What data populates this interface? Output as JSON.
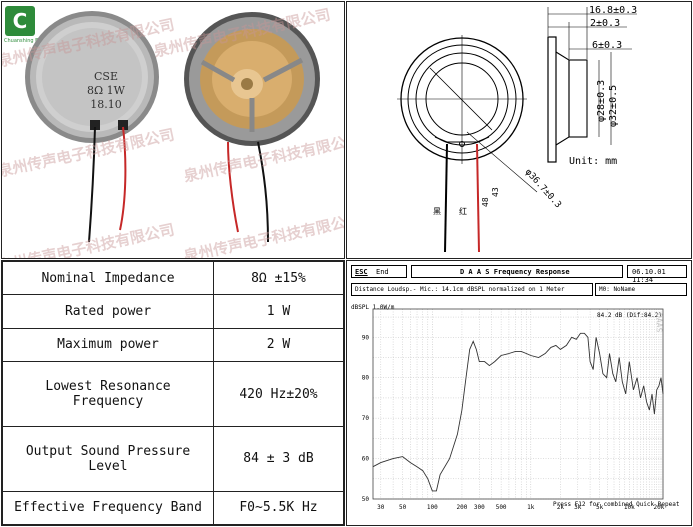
{
  "watermark": "泉州传声电子科技有限公司",
  "logo": {
    "brand_text": "Chuanshing Electron",
    "color": "#2e8b3a",
    "letter": "C"
  },
  "speaker_photo": {
    "front_label_1": "CSE",
    "front_label_2": "8Ω 1W",
    "front_label_3": "18.10"
  },
  "drawing": {
    "dimensions": [
      "16.8±0.3",
      "2±0.3",
      "6±0.3",
      "φ28±0.3",
      "φ32±0.5",
      "φ36.7±0.3",
      "48",
      "43"
    ],
    "wire_labels": [
      "红",
      "黑"
    ],
    "unit_label": "Unit: mm"
  },
  "spec_table": {
    "rows": [
      {
        "label": "Nominal Impedance",
        "value": "8Ω ±15%"
      },
      {
        "label": "Rated power",
        "value": "1 W"
      },
      {
        "label": "Maximum power",
        "value": "2 W"
      },
      {
        "label": "Lowest Resonance\nFrequency",
        "value": "420 Hz±20%"
      },
      {
        "label": "Output Sound Pressure\nLevel",
        "value": "84 ± 3 dB"
      },
      {
        "label": "Effective Frequency Band",
        "value": "F0~5.5K Hz"
      }
    ]
  },
  "graph_header": {
    "esc": "ESC",
    "end": "End",
    "title": "D A A S  Frequency Response",
    "datetime": "06.10.01  11:34",
    "info_left": "Distance Loudsp.- Mic.: 14.1cm  dBSPL normalized on 1 Meter",
    "info_right": "M0:  NoName",
    "footer": "Press F12 for combined Quick Repeat",
    "brand_vertical": "DAAS",
    "cursor_readout": "84.2 dB (Dif:84.2)"
  },
  "chart_data": {
    "type": "line",
    "ylabel": "dBSPL\n1.0W/m",
    "ylim": [
      50,
      97
    ],
    "y_ticks": [
      50,
      60,
      70,
      80,
      90
    ],
    "x_scale": "log",
    "xlim": [
      25,
      22000
    ],
    "x_ticks": [
      {
        "v": 30,
        "label": "30"
      },
      {
        "v": 50,
        "label": "50"
      },
      {
        "v": 100,
        "label": "100"
      },
      {
        "v": 200,
        "label": "200"
      },
      {
        "v": 300,
        "label": "300"
      },
      {
        "v": 500,
        "label": "500"
      },
      {
        "v": 1000,
        "label": "1k"
      },
      {
        "v": 2000,
        "label": "2k"
      },
      {
        "v": 3000,
        "label": "3k"
      },
      {
        "v": 5000,
        "label": "5k"
      },
      {
        "v": 10000,
        "label": "10k"
      },
      {
        "v": 20000,
        "label": "20k"
      }
    ],
    "series": [
      {
        "color": "#333333",
        "points": [
          [
            25,
            58
          ],
          [
            30,
            59
          ],
          [
            40,
            60
          ],
          [
            50,
            60.5
          ],
          [
            60,
            59
          ],
          [
            70,
            58
          ],
          [
            80,
            57
          ],
          [
            90,
            55
          ],
          [
            100,
            52
          ],
          [
            110,
            52
          ],
          [
            120,
            56
          ],
          [
            150,
            60
          ],
          [
            180,
            66
          ],
          [
            200,
            72
          ],
          [
            220,
            80
          ],
          [
            240,
            87
          ],
          [
            260,
            89
          ],
          [
            280,
            87
          ],
          [
            300,
            84
          ],
          [
            340,
            84
          ],
          [
            380,
            83
          ],
          [
            430,
            84
          ],
          [
            500,
            85.5
          ],
          [
            600,
            86
          ],
          [
            700,
            86.5
          ],
          [
            800,
            86.5
          ],
          [
            900,
            86
          ],
          [
            1000,
            85.5
          ],
          [
            1200,
            85
          ],
          [
            1400,
            86
          ],
          [
            1600,
            87.5
          ],
          [
            1800,
            88
          ],
          [
            2000,
            87
          ],
          [
            2300,
            88
          ],
          [
            2600,
            90
          ],
          [
            2900,
            89.5
          ],
          [
            3200,
            91
          ],
          [
            3500,
            91
          ],
          [
            3800,
            90
          ],
          [
            4000,
            84
          ],
          [
            4300,
            82
          ],
          [
            4600,
            90
          ],
          [
            5000,
            86
          ],
          [
            5400,
            81
          ],
          [
            5900,
            80
          ],
          [
            6300,
            86
          ],
          [
            6800,
            81
          ],
          [
            7300,
            79
          ],
          [
            7900,
            85
          ],
          [
            8500,
            79
          ],
          [
            9200,
            76
          ],
          [
            10000,
            84
          ],
          [
            11000,
            77
          ],
          [
            12000,
            80
          ],
          [
            13000,
            75
          ],
          [
            14000,
            78
          ],
          [
            15000,
            74
          ],
          [
            16000,
            72
          ],
          [
            17000,
            76
          ],
          [
            18000,
            71
          ],
          [
            19000,
            77
          ],
          [
            20000,
            78
          ],
          [
            21000,
            80
          ],
          [
            22000,
            76
          ]
        ]
      }
    ]
  }
}
